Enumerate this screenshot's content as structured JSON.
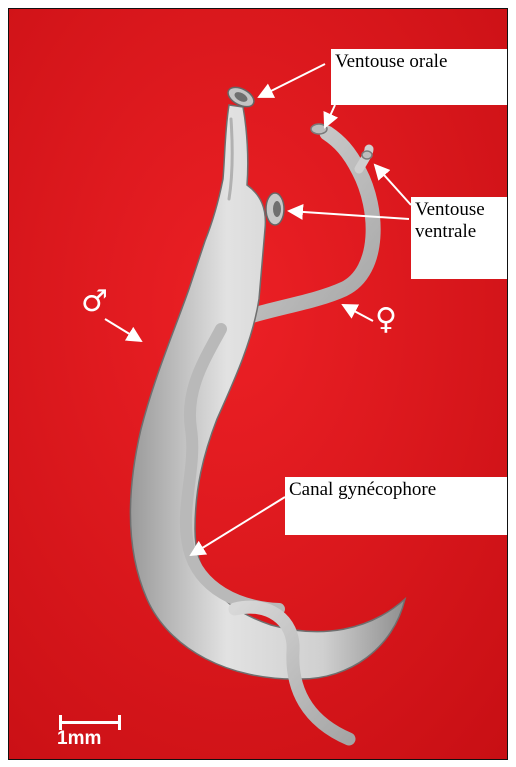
{
  "labels": {
    "oral_sucker": "Ventouse orale",
    "ventral_sucker_line1": "Ventouse",
    "ventral_sucker_line2": "ventrale",
    "gynecophoral_canal": "Canal gynécophore"
  },
  "symbols": {
    "male": "♂",
    "female": "♀"
  },
  "scale_bar": {
    "label": "1mm"
  },
  "colors": {
    "background_red": "#e5161b",
    "worm_body": "#cfcfcf",
    "annotation_white": "#ffffff"
  }
}
